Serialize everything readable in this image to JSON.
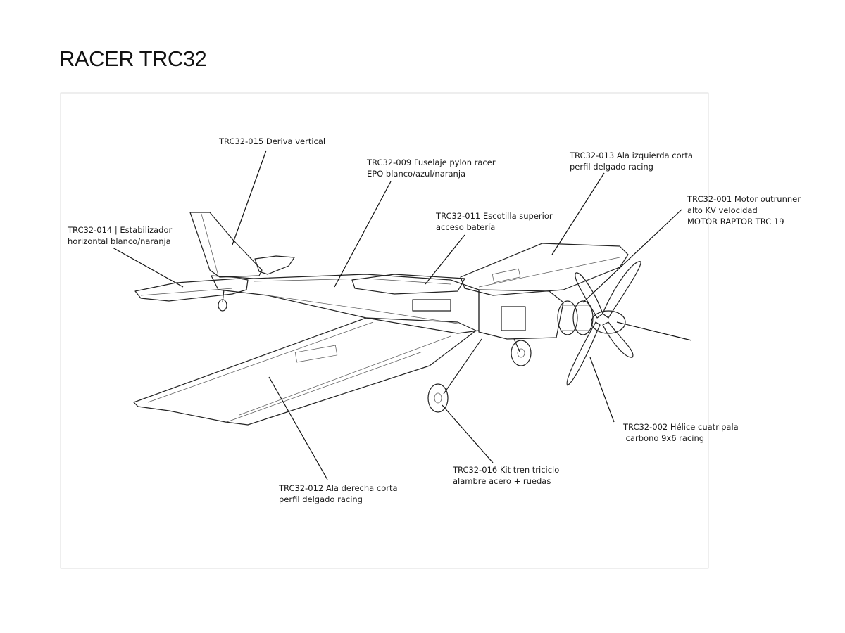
{
  "title": "RACER TRC32",
  "callouts": {
    "c015": [
      "TRC32-015 Deriva vertical"
    ],
    "c009": [
      "TRC32-009 Fuselaje pylon racer",
      "EPO blanco/azul/naranja"
    ],
    "c013": [
      "TRC32-013 Ala izquierda corta",
      "perfil delgado racing"
    ],
    "c001": [
      "TRC32-001 Motor outrunner",
      "alto KV velocidad",
      "MOTOR RAPTOR TRC   19"
    ],
    "c014": [
      "TRC32-014 | Estabilizador",
      "horizontal blanco/naranja"
    ],
    "c011": [
      "TRC32-011 Escotilla superior",
      "acceso batería"
    ],
    "c002": [
      "TRC32-002 Hélice cuatripala",
      " carbono 9x6 racing"
    ],
    "c016": [
      "TRC32-016 Kit tren triciclo",
      "alambre acero + ruedas"
    ],
    "c012": [
      "TRC32-012 Ala derecha corta",
      "perfil delgado racing"
    ]
  }
}
